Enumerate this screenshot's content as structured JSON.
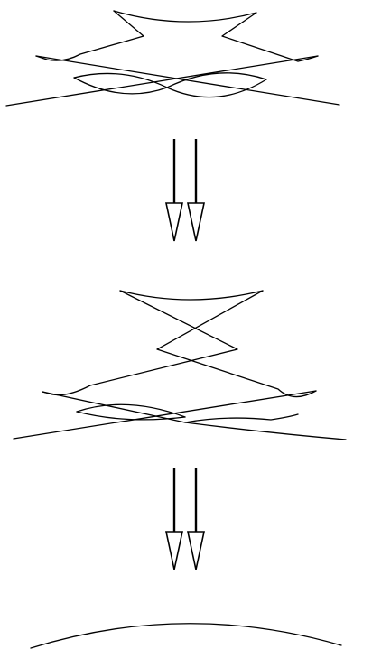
{
  "diagram": {
    "kind": "curve-move-sequence",
    "stages": [
      {
        "id": "stage-1",
        "description_visible": ""
      },
      {
        "id": "stage-2",
        "description_visible": ""
      },
      {
        "id": "stage-3",
        "description_visible": ""
      }
    ],
    "transitions": [
      {
        "from": "stage-1",
        "to": "stage-2",
        "arrow": "double-down-arrow"
      },
      {
        "from": "stage-2",
        "to": "stage-3",
        "arrow": "double-down-arrow"
      }
    ]
  },
  "colors": {
    "stroke": "#000000",
    "arrow_fill": "#ffffff",
    "background": "#ffffff"
  }
}
